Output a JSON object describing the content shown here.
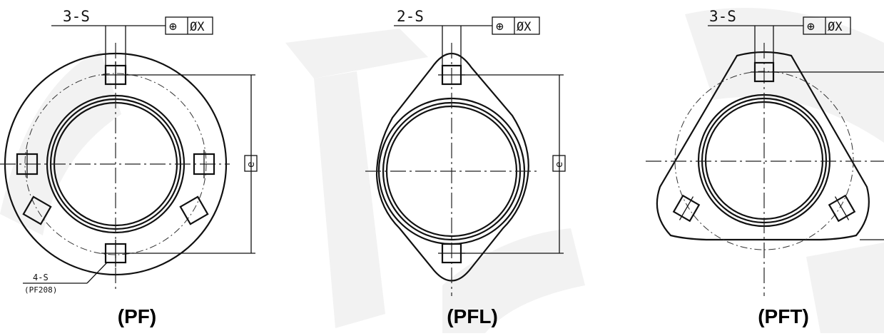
{
  "figures": [
    {
      "id": "pf",
      "title": "(PF)",
      "hole_label": "3-S",
      "frame_symbols": [
        "⊕",
        "ØX"
      ],
      "dim_label": "e",
      "note_line1": "4-S",
      "note_line2": "(PF208)"
    },
    {
      "id": "pfl",
      "title": "(PFL)",
      "hole_label": "2-S",
      "frame_symbols": [
        "⊕",
        "ØX"
      ],
      "dim_label": "e"
    },
    {
      "id": "pft",
      "title": "(PFT)",
      "hole_label": "3-S",
      "frame_symbols": [
        "⊕",
        "ØX"
      ]
    }
  ],
  "colors": {
    "line": "#111111",
    "background": "#ffffff",
    "watermark": "#f2f2f2"
  }
}
